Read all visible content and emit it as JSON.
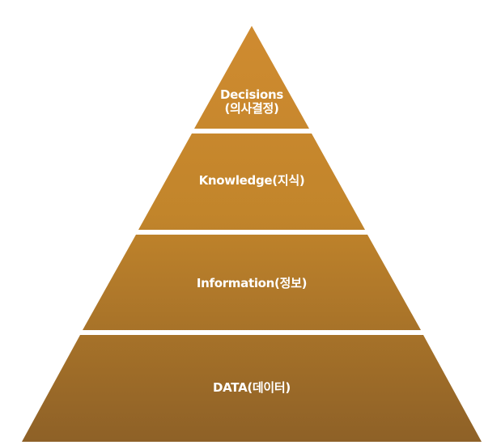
{
  "diagram": {
    "type": "pyramid",
    "tiers": [
      {
        "lines": [
          "Decisions",
          "(의사결정)"
        ]
      },
      {
        "lines": [
          "Knowledge(지식)"
        ]
      },
      {
        "lines": [
          "Information(정보)"
        ]
      },
      {
        "lines": [
          "DATA(데이터)"
        ]
      }
    ],
    "colors": {
      "top": "#cf8b30",
      "middle": "#c2852b",
      "bottom": "#8e6127",
      "separator": "#ffffff"
    }
  }
}
